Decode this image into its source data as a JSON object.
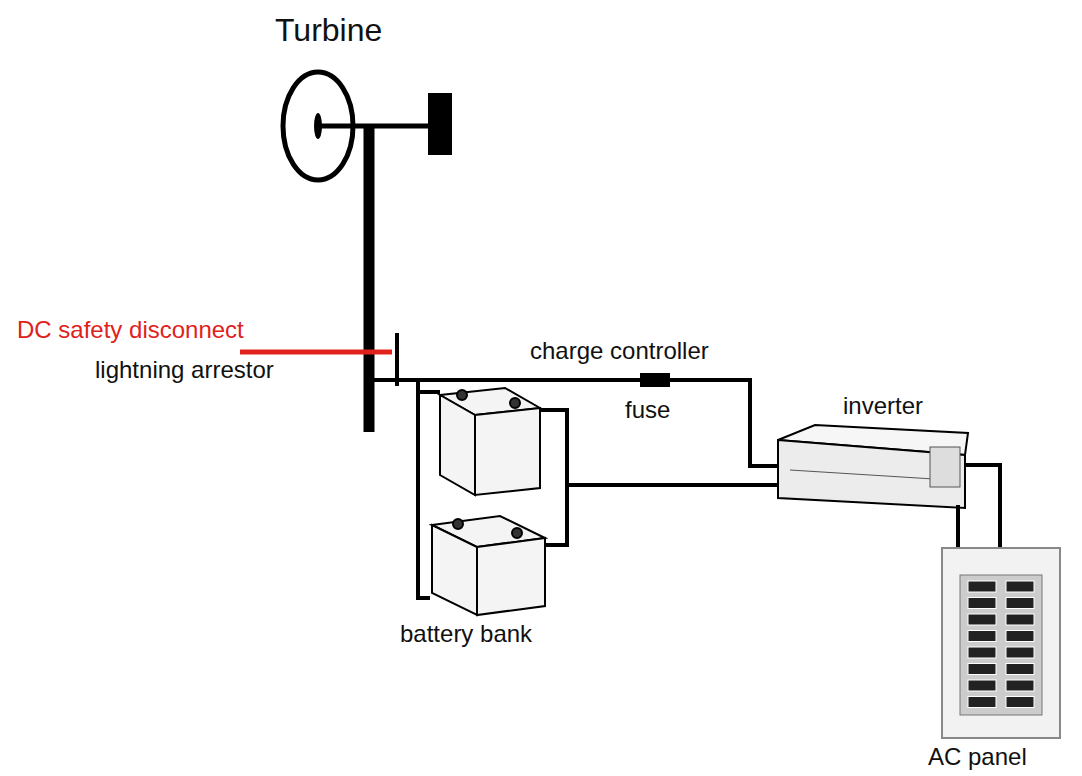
{
  "diagram": {
    "labels": [
      "Turbine",
      "DC safety disconnect",
      "lightning arrestor",
      "charge controller",
      "fuse",
      "inverter",
      "battery bank",
      "AC panel"
    ]
  }
}
